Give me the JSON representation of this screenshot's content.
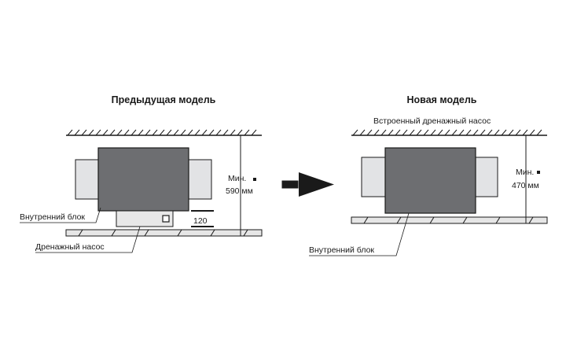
{
  "left_panel": {
    "title": "Предыдущая модель",
    "unit_label": "Внутренний блок",
    "pump_label": "Дренажный насос",
    "min_label": "Мин.",
    "min_value": "590 мм",
    "pump_height": "120"
  },
  "right_panel": {
    "title": "Новая модель",
    "builtin_pump_label": "Встроенный дренажный насос",
    "unit_label": "Внутренний блок",
    "min_label": "Мин.",
    "min_value": "470 мм"
  },
  "colors": {
    "unit_fill": "#6d6e71",
    "duct_fill": "#e2e3e5",
    "pump_fill": "#e8e8e8",
    "beam_fill": "#e6e6e6",
    "line": "#1a1a1a"
  },
  "icons": {
    "transition_arrow": "arrow-right-icon"
  }
}
